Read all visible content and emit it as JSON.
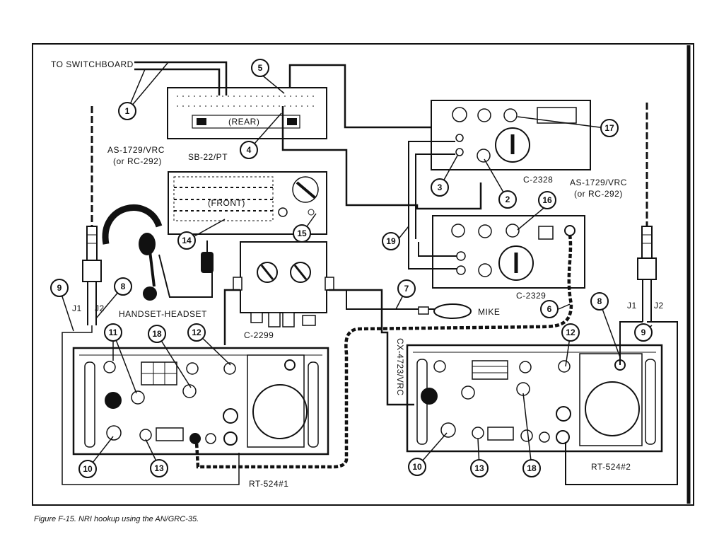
{
  "figure": {
    "caption": "Figure F-15. NRI hookup using the AN/GRC-35."
  },
  "labels": {
    "to_switchboard": "TO SWITCHBOARD",
    "rear": "(REAR)",
    "front": "(FRONT)",
    "sb22": "SB-22/PT",
    "antenna_left_1": "AS-1729/VRC",
    "antenna_left_2": "(or RC-292)",
    "antenna_right_1": "AS-1729/VRC",
    "antenna_right_2": "(or RC-292)",
    "c2328": "C-2328",
    "c2329": "C-2329",
    "c2299": "C-2299",
    "handset": "HANDSET-HEADSET",
    "mike": "MIKE",
    "cx4723": "CX-4723/VRC",
    "rt1": "RT-524#1",
    "rt2": "RT-524#2",
    "j1_left": "J1",
    "j2_left": "J2",
    "j1_right": "J1",
    "j2_right": "J2"
  },
  "callouts": {
    "c1": "1",
    "c2": "2",
    "c3": "3",
    "c4": "4",
    "c5": "5",
    "c6": "6",
    "c7": "7",
    "c8_left": "8",
    "c8_right": "8",
    "c9_left": "9",
    "c9_right": "9",
    "c10_left": "10",
    "c10_right": "10",
    "c11": "11",
    "c12_left": "12",
    "c12_right": "12",
    "c13_left": "13",
    "c13_right": "13",
    "c14": "14",
    "c15": "15",
    "c16": "16",
    "c17": "17",
    "c18_left": "18",
    "c18_right": "18",
    "c19": "19"
  }
}
